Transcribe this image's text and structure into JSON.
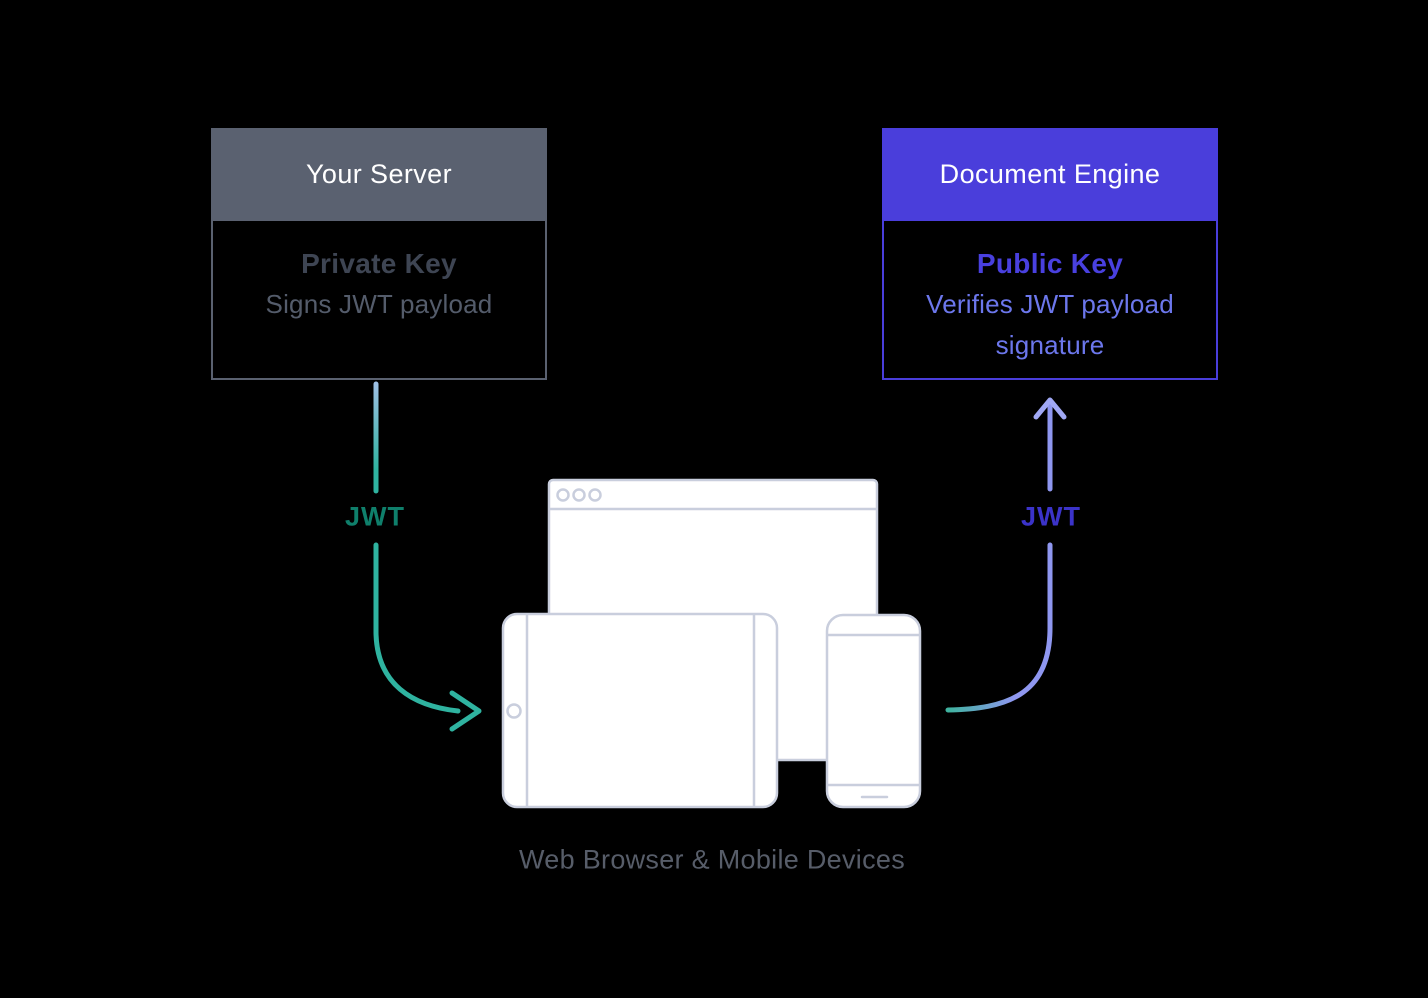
{
  "colors": {
    "bg": "#000000",
    "server_header": "#5A6170",
    "server_border": "#5A6170",
    "server_title": "#FFFFFF",
    "private_key_color": "#3E4553",
    "signs_text_color": "#545C6B",
    "engine_header": "#4A3EDB",
    "engine_border": "#4A3EDB",
    "engine_title": "#FFFFFF",
    "public_key_color": "#4940DF",
    "verifies_text_color": "#6C77EC",
    "green_line": "#2FB3A0",
    "green_line_light": "#9FC0E5",
    "green_label": "#0F7F6B",
    "purple_line": "#8F97F0",
    "purple_line_light": "#A0A8F4",
    "purple_line_teal_start": "#3FB39F",
    "purple_label": "#3B33C9",
    "device_stroke": "#C9CEDD",
    "device_fill": "#FFFFFF",
    "devices_label": "#575D69"
  },
  "server_box": {
    "title": "Your Server",
    "key_label": "Private Key",
    "description": "Signs JWT payload"
  },
  "engine_box": {
    "title": "Document Engine",
    "key_label": "Public Key",
    "description": "Verifies JWT payload signature"
  },
  "flow": {
    "left_arrow_label": "JWT",
    "right_arrow_label": "JWT"
  },
  "devices": {
    "caption": "Web Browser & Mobile Devices"
  }
}
